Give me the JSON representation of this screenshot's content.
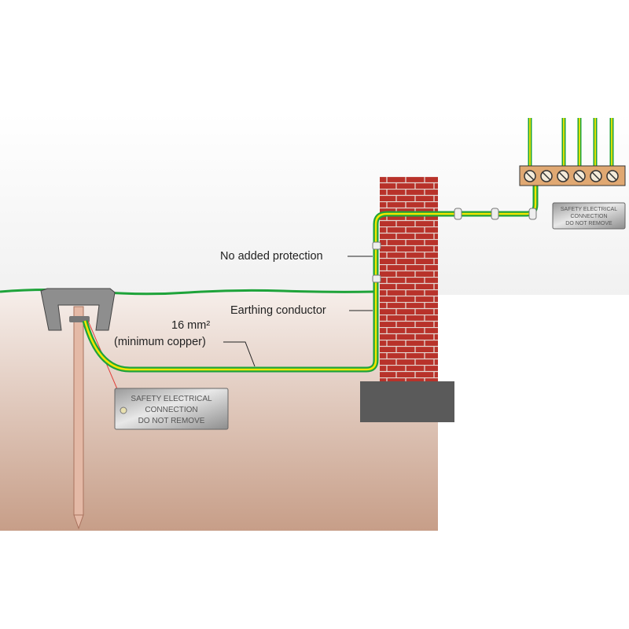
{
  "labels": {
    "no_added_protection": "No added protection",
    "earthing_conductor": "Earthing conductor",
    "size": "16 mm²",
    "material": "(minimum copper)"
  },
  "plates": {
    "ground_plate": [
      "SAFETY ELECTRICAL",
      "CONNECTION",
      "DO NOT REMOVE"
    ],
    "terminal_plate": [
      "SAFETY ELECTRICAL",
      "CONNECTION",
      "DO NOT REMOVE"
    ]
  },
  "colors": {
    "conductor_green": "#1fa33a",
    "conductor_yellow": "#f2e600",
    "brick": "#b8322a",
    "foundation": "#5a5a5a",
    "ground": "#c9a18b",
    "terminal_block": "#e0a872",
    "copper_rod": "#e4b9a6"
  }
}
